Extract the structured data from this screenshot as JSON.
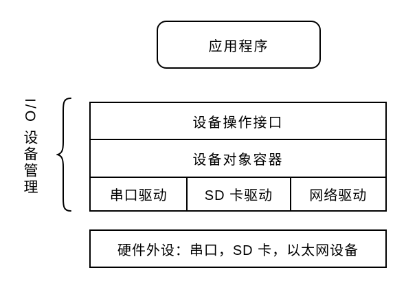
{
  "diagram": {
    "background_color": "#ffffff",
    "line_color": "#000000",
    "side_label": "I/O 设备管理",
    "top_box": {
      "label": "应用程序"
    },
    "stack": {
      "rows": [
        {
          "label": "设备操作接口"
        },
        {
          "label": "设备对象容器"
        }
      ],
      "driver_cells": [
        {
          "label": "串口驱动"
        },
        {
          "label": "SD 卡驱动"
        },
        {
          "label": "网络驱动"
        }
      ]
    },
    "bottom_box": {
      "label": "硬件外设：串口，SD 卡，以太网设备"
    }
  }
}
